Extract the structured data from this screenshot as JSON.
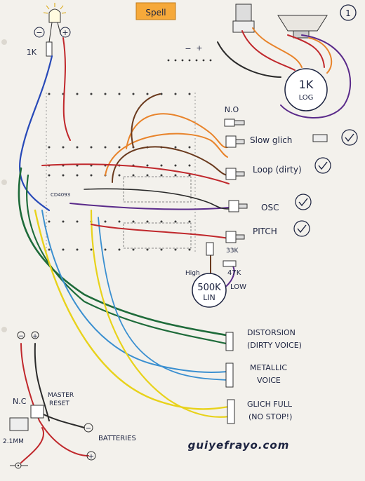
{
  "title": "Spell",
  "page_number": "1",
  "website": "guiyefrayo.com",
  "labels": {
    "led_resistor": "1K",
    "led_minus": "−",
    "led_plus": "+",
    "pot_top_value": "1K",
    "pot_top_taper": "LOG",
    "switch_no": "N.O",
    "slow_glitch": "Slow glich",
    "loop_dirty": "Loop (dirty)",
    "osc": "OSC",
    "pitch": "PITCH",
    "r33k": "33K",
    "r47k": "47K",
    "pot_main_value": "500K",
    "pot_main_taper": "LIN",
    "high": "High",
    "low": "LOW",
    "distorsion": "DISTORSION",
    "dirty_voice": "(DIRTY VOICE)",
    "metallic": "METALLIC",
    "voice": "VOICE",
    "glich_full": "GLICH FULL",
    "no_stop": "(NO STOP!)",
    "master_reset_1": "MASTER",
    "master_reset_2": "RESET",
    "nc": "N.C",
    "jack": "2.1MM",
    "batteries": "BATTERIES",
    "chip": "CD4093",
    "batt_minus": "−",
    "batt_plus": "+",
    "top_minus": "−",
    "top_plus": "+",
    "jack_minus": "−",
    "jack_plus": "+"
  },
  "colors": {
    "title_bg": "#f6a93a",
    "red_wire": "#c0282c",
    "black_wire": "#2a2a2a",
    "blue_wire": "#2749b8",
    "green_wire": "#1e6b3a",
    "yellow_wire": "#e8d21a",
    "orange_wire": "#e8832a",
    "brown_wire": "#6a3a1e",
    "purple_wire": "#5a2a8a",
    "lightblue_wire": "#3a8fd0"
  }
}
